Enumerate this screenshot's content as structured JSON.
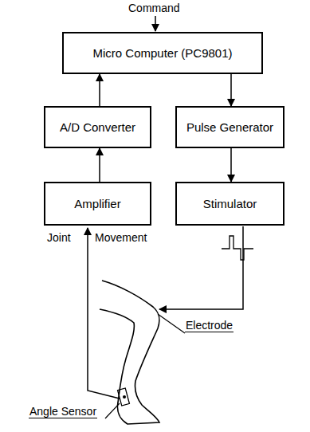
{
  "diagram": {
    "nodes": [
      {
        "text": [
          "Micro Computer (PC9801)"
        ]
      },
      {
        "text": [
          "A/D Converter"
        ]
      },
      {
        "text": [
          "Pulse Generator"
        ]
      },
      {
        "text": [
          "Amplifier"
        ]
      },
      {
        "text": [
          "Stimulator"
        ]
      }
    ],
    "edges": [
      {
        "from": 1,
        "to": 0,
        "arrow": "to"
      },
      {
        "from": 0,
        "to": 2,
        "arrow": "to"
      },
      {
        "from": 2,
        "to": 4,
        "arrow": "to"
      },
      {
        "from": 3,
        "to": 1,
        "arrow": "to"
      }
    ],
    "labels": [
      "Command",
      "Joint",
      "Movement",
      "Electrode",
      "Angle Sensor"
    ]
  }
}
